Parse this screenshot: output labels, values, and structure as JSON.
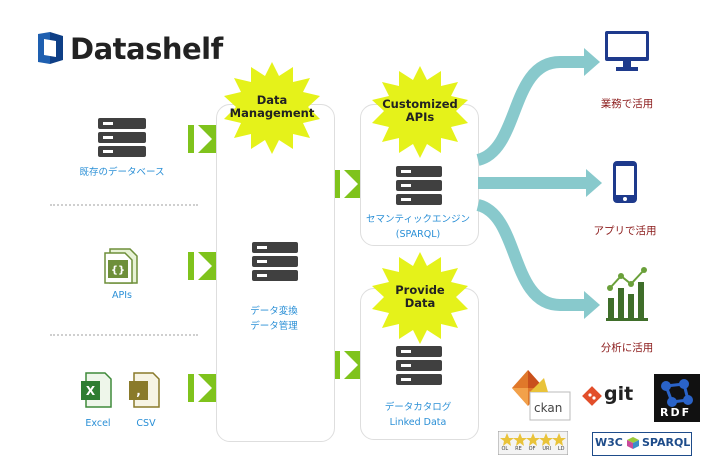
{
  "brand": {
    "name": "Datashelf"
  },
  "sources": {
    "database": "既存のデータベース",
    "apis": "APIs",
    "excel": "Excel",
    "csv": "CSV"
  },
  "bursts": {
    "data_management": [
      "Data",
      "Management"
    ],
    "customized_apis": [
      "Customized",
      "APIs"
    ],
    "provide_data": [
      "Provide",
      "Data"
    ]
  },
  "middle": {
    "conversion": [
      "データ変換",
      "データ管理"
    ],
    "semantic_engine": [
      "セマンティックエンジン",
      "(SPARQL)"
    ],
    "catalog": [
      "データカタログ",
      "Linked Data"
    ]
  },
  "outputs": {
    "business": "業務で活用",
    "app": "アプリで活用",
    "analysis": "分析に活用"
  },
  "badges": {
    "ckan": "ckan",
    "git": "git",
    "rdf": "RDF",
    "w3c": "W3C",
    "sparql": "SPARQL",
    "five_star": [
      "OL",
      "RE",
      "OF",
      "URI",
      "LD"
    ]
  },
  "colors": {
    "green_arrow": "#7fc31c",
    "teal_flow": "#88c9cc",
    "navy_icon": "#1e3a8c",
    "label_blue": "#2a8fd6",
    "label_red": "#8b1a1a",
    "burst_yellow": "#e5f21a",
    "server_dark": "#404040"
  }
}
